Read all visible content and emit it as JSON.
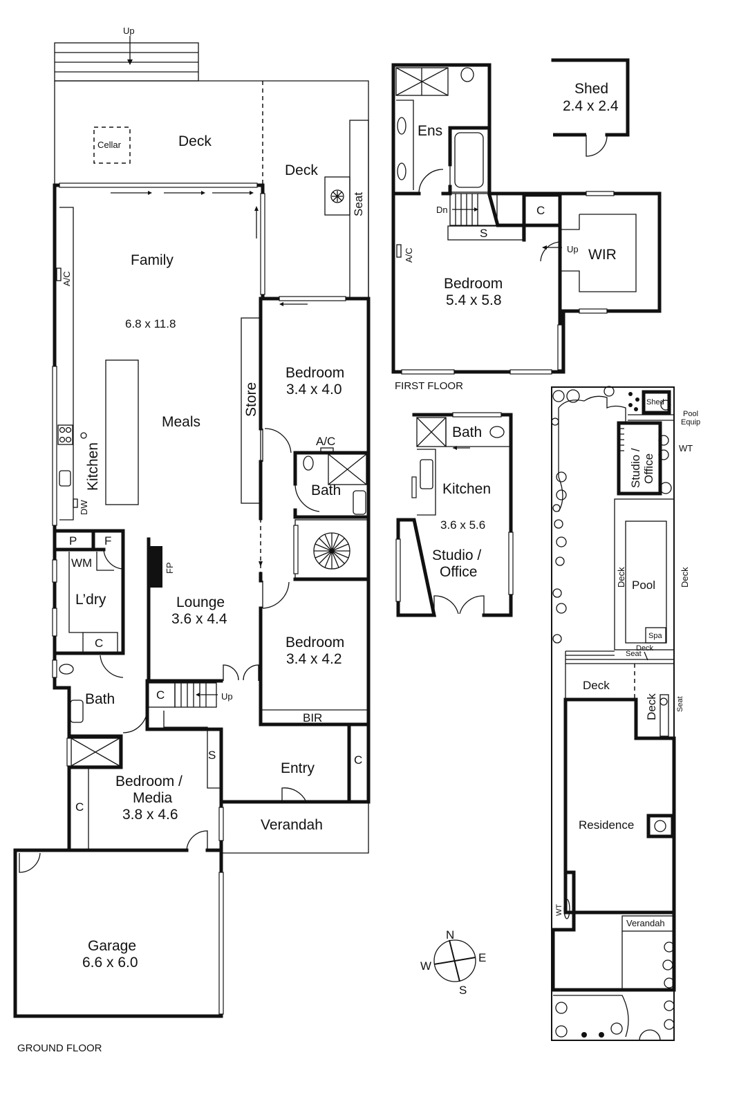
{
  "ground_floor": {
    "caption": "GROUND FLOOR",
    "up_top": "Up",
    "cellar": "Cellar",
    "deck_left": "Deck",
    "deck_right": "Deck",
    "seat": "Seat",
    "family": "Family",
    "family_dim": "6.8 x 11.8",
    "ac_family": "A/C",
    "meals": "Meals",
    "kitchen": "Kitchen",
    "dw": "DW",
    "store": "Store",
    "bedroom2": "Bedroom",
    "bedroom2_dim": "3.4 x 4.0",
    "ac_bath": "A/C",
    "bath_mid": "Bath",
    "bedroom3": "Bedroom",
    "bedroom3_dim": "3.4 x 4.2",
    "p": "P",
    "f": "F",
    "wm": "WM",
    "fp": "FP",
    "laundry": "L’dry",
    "c_laundry": "C",
    "lounge": "Lounge",
    "lounge_dim": "3.6 x 4.4",
    "bath_left": "Bath",
    "c_stair": "C",
    "up_stair": "Up",
    "s_stair": "S",
    "bir": "BIR",
    "entry": "Entry",
    "c_entry": "C",
    "bedroom_media": "Bedroom /",
    "bedroom_media2": "Media",
    "bedroom_media_dim": "3.8 x 4.6",
    "c_media": "C",
    "verandah": "Verandah",
    "garage": "Garage",
    "garage_dim": "6.6 x 6.0"
  },
  "first_floor": {
    "caption": "FIRST FLOOR",
    "ens": "Ens",
    "dn": "Dn",
    "s": "S",
    "c": "C",
    "up": "Up",
    "wir": "WIR",
    "ac": "A/C",
    "bedroom": "Bedroom",
    "bedroom_dim": "5.4 x 5.8"
  },
  "shed": {
    "name": "Shed",
    "dim": "2.4 x 2.4"
  },
  "studio": {
    "bath": "Bath",
    "kitchen": "Kitchen",
    "dim": "3.6 x 5.6",
    "studio1": "Studio /",
    "studio2": "Office"
  },
  "site": {
    "shed": "Shed",
    "pool_equip1": "Pool",
    "pool_equip2": "Equip",
    "wt_top": "WT",
    "studio1": "Studio /",
    "studio2": "Office",
    "deck_pool_left": "Deck",
    "pool": "Pool",
    "deck_pool_right": "Deck",
    "spa": "Spa",
    "deck_small": "Deck",
    "seat_small": "Seat",
    "deck_mid": "Deck",
    "deck_vert": "Deck",
    "seat_right": "Seat",
    "residence": "Residence",
    "wt_side": "WT",
    "verandah": "Verandah"
  },
  "compass": {
    "n": "N",
    "e": "E",
    "s": "S",
    "w": "W"
  }
}
